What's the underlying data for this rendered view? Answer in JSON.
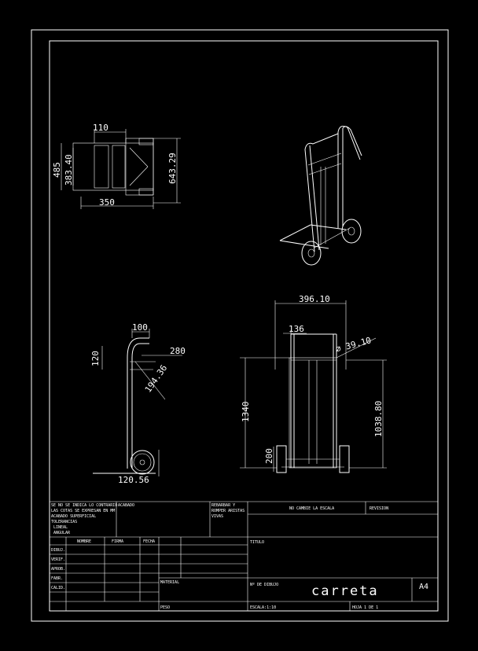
{
  "dimensions": {
    "top_view": {
      "width_top": "110",
      "height_outer": "485",
      "height_inner": "383.40",
      "height_right": "643.29",
      "width_bottom": "350"
    },
    "side_view": {
      "handle": "100",
      "depth": "280",
      "gap": "120",
      "angle": "194.36",
      "wheel": "120.56"
    },
    "front_view": {
      "width": "396.10",
      "handle_gap": "136",
      "tube_dia": "∅ 39.10",
      "total_height": "1340",
      "inner_height": "1038.80",
      "bottom": "200"
    }
  },
  "title_block": {
    "notes": [
      "SE NO SE INDICA LO CONTRARIO",
      "LAS COTAS SE EXPRESAN EN MM",
      "ACABADO SUPERFICIAL",
      "TOLERANCIAS",
      "LINEAL",
      "ANGULAR"
    ],
    "acabado": "ACABADO",
    "rebarbar": [
      "REBARBAR Y",
      "ROMPER ARISTAS",
      "VIVAS"
    ],
    "no_cambie": "NO CAMBIE LA ESCALA",
    "revision": "REVISION",
    "headers": [
      "NOMBRE",
      "FIRMA",
      "FECHA"
    ],
    "rows": [
      "DIBUJ.",
      "VERIF.",
      "APROB.",
      "FABR.",
      "CALID."
    ],
    "titulo": "TITULO",
    "material": "MATERIAL",
    "n_dibujo": "Nº DE DIBUJO",
    "drawing_name": "carreta",
    "sheet_size": "A4",
    "peso": "PESO",
    "escala": "ESCALA:1:10",
    "hoja": "HOJA 1 DE 1"
  }
}
